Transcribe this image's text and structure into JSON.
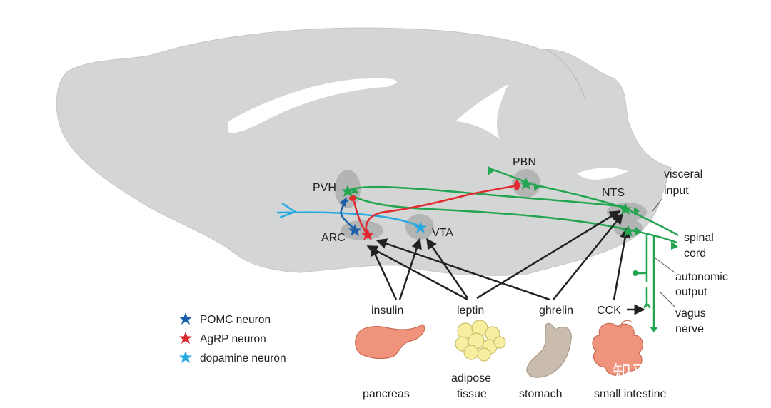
{
  "regions": {
    "pvh": "PVH",
    "arc": "ARC",
    "vta": "VTA",
    "pbn": "PBN",
    "nts": "NTS"
  },
  "annotations": {
    "visceral_line1": "visceral",
    "visceral_line2": "input",
    "spinal_line1": "spinal",
    "spinal_line2": "cord",
    "autonomic_line1": "autonomic",
    "autonomic_line2": "output",
    "vagus_line1": "vagus",
    "vagus_line2": "nerve"
  },
  "signals": {
    "insulin": "insulin",
    "leptin": "leptin",
    "ghrelin": "ghrelin",
    "cck": "CCK"
  },
  "organs": {
    "pancreas": "pancreas",
    "adipose_line1": "adipose",
    "adipose_line2": "tissue",
    "stomach": "stomach",
    "small_intestine": "small intestine"
  },
  "legend": [
    {
      "label": "POMC neuron",
      "color": "#1a5fa8"
    },
    {
      "label": "AgRP neuron",
      "color": "#e02a2f"
    },
    {
      "label": "dopamine neuron",
      "color": "#27a9e1"
    }
  ],
  "colors": {
    "brain": "#d4d6d5",
    "region": "#b3b5b4",
    "green": "#23a550",
    "red": "#e02a2f",
    "blue_dark": "#1a5fa8",
    "blue_light": "#27a9e1",
    "arrow": "#222222",
    "organ": "#f0937c",
    "adipose": "#f7eea0"
  },
  "watermark": "知乎 @Qian Y"
}
